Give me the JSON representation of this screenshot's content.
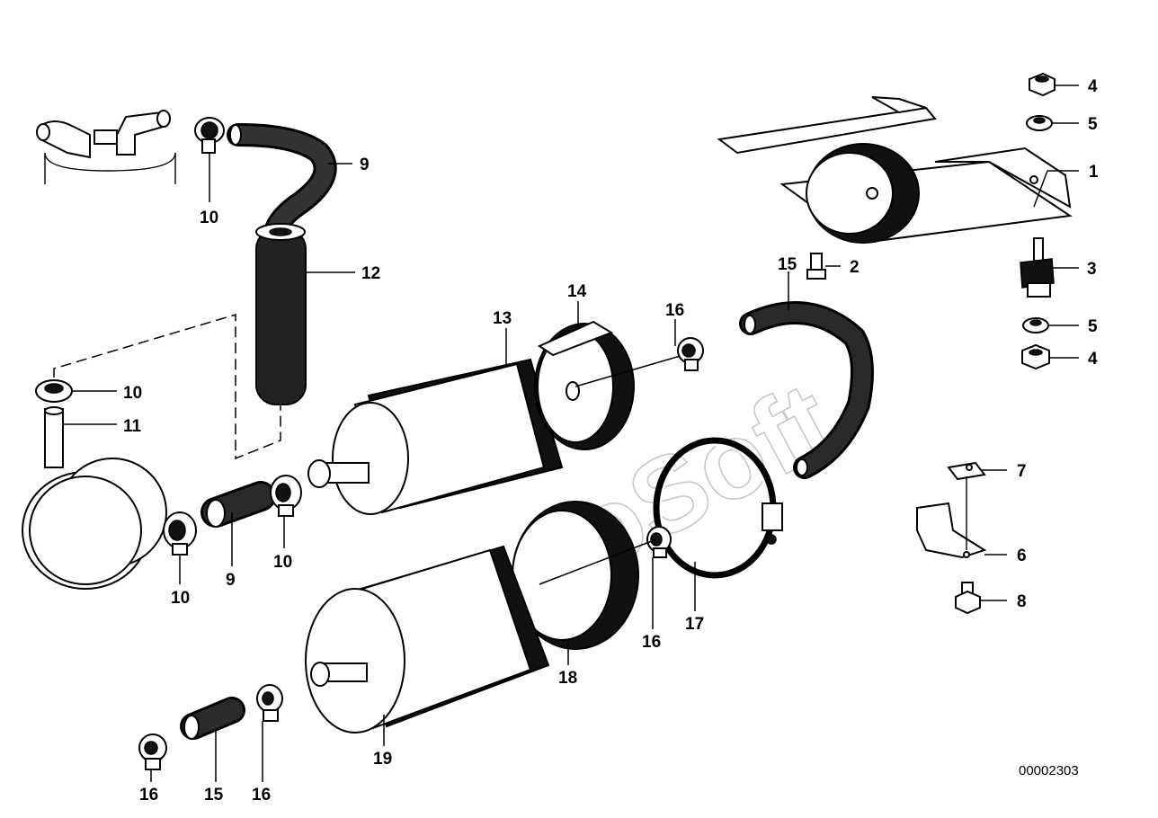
{
  "diagram": {
    "watermark": "AutoSoft",
    "document_number": "00002303",
    "callouts": [
      {
        "id": "c1",
        "label": "1"
      },
      {
        "id": "c2",
        "label": "2"
      },
      {
        "id": "c3",
        "label": "3"
      },
      {
        "id": "c4a",
        "label": "4"
      },
      {
        "id": "c4b",
        "label": "4"
      },
      {
        "id": "c5a",
        "label": "5"
      },
      {
        "id": "c5b",
        "label": "5"
      },
      {
        "id": "c6",
        "label": "6"
      },
      {
        "id": "c7",
        "label": "7"
      },
      {
        "id": "c8",
        "label": "8"
      },
      {
        "id": "c9a",
        "label": "9"
      },
      {
        "id": "c9b",
        "label": "9"
      },
      {
        "id": "c10a",
        "label": "10"
      },
      {
        "id": "c10b",
        "label": "10"
      },
      {
        "id": "c10c",
        "label": "10"
      },
      {
        "id": "c10d",
        "label": "10"
      },
      {
        "id": "c11",
        "label": "11"
      },
      {
        "id": "c12",
        "label": "12"
      },
      {
        "id": "c13",
        "label": "13"
      },
      {
        "id": "c14",
        "label": "14"
      },
      {
        "id": "c15a",
        "label": "15"
      },
      {
        "id": "c15b",
        "label": "15"
      },
      {
        "id": "c16a",
        "label": "16"
      },
      {
        "id": "c16b",
        "label": "16"
      },
      {
        "id": "c16c",
        "label": "16"
      },
      {
        "id": "c16d",
        "label": "16"
      },
      {
        "id": "c17",
        "label": "17"
      },
      {
        "id": "c18",
        "label": "18"
      },
      {
        "id": "c19",
        "label": "19"
      }
    ]
  }
}
